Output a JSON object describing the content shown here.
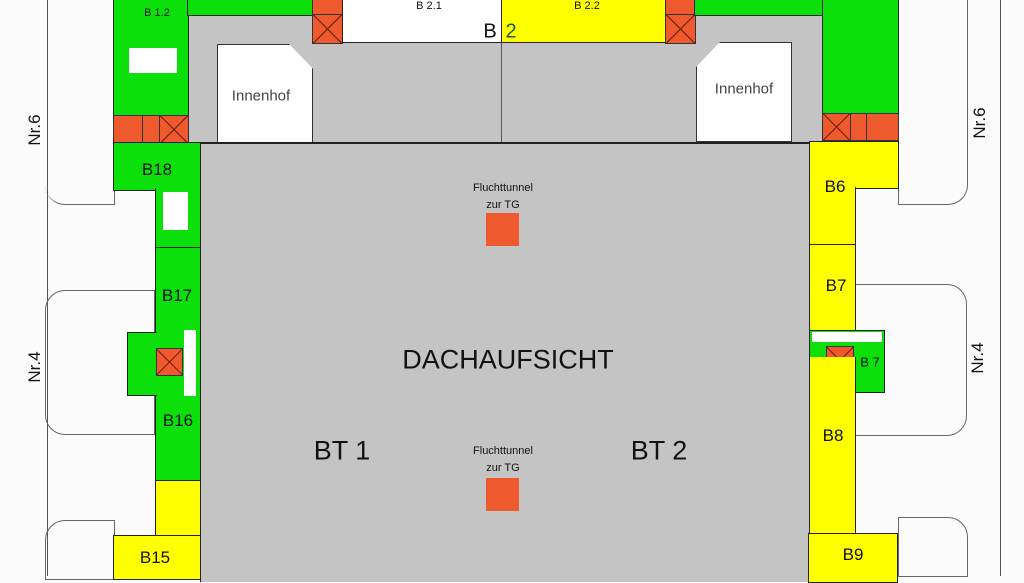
{
  "title": "DACHAUFSICHT",
  "sections": {
    "bt1": "BT 1",
    "bt2": "BT 2",
    "b2": "B",
    "b2num": "2"
  },
  "units": {
    "b1_2": "B 1.2",
    "b2_1": "B 2.1",
    "b2_2": "B 2.2",
    "b18": "B18",
    "b17": "B17",
    "b16": "B16",
    "b15": "B15",
    "b6": "B6",
    "b7": "B7",
    "b7b": "B 7",
    "b8": "B8",
    "b9": "B9"
  },
  "courtyards": {
    "left": "Innenhof",
    "right": "Innenhof"
  },
  "escape": {
    "line1": "Fluchttunnel",
    "line2": "zur TG"
  },
  "streets": {
    "nr6": "Nr.6",
    "nr4": "Nr.4"
  },
  "legend_colors": {
    "green": "#0be00b",
    "yellow": "#ffff00",
    "roof": "#c4c4c4",
    "stair": "#ee5a2e"
  }
}
